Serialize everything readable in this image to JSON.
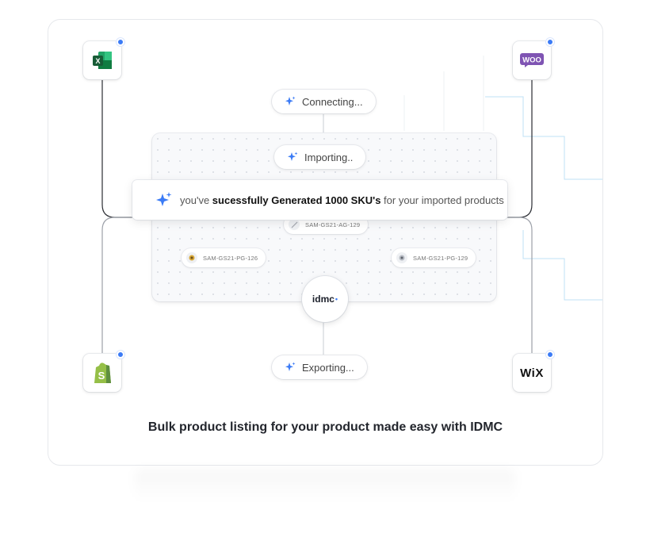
{
  "integrations": {
    "top_left": {
      "name": "excel-icon",
      "has_badge": true
    },
    "top_right": {
      "name": "woocommerce-icon",
      "logo_text": "WOO",
      "has_badge": true
    },
    "bottom_left": {
      "name": "shopify-icon",
      "has_badge": true
    },
    "bottom_right": {
      "name": "wix-icon",
      "logo_text": "WiX",
      "has_badge": true
    }
  },
  "status_pills": {
    "connecting": "Connecting...",
    "importing": "Importing..",
    "exporting": "Exporting..."
  },
  "banner": {
    "prefix": "you've ",
    "highlight": "sucessfully Generated 1000 SKU's",
    "suffix": " for your imported products"
  },
  "skus": [
    {
      "label": "SAM-GS21-AG-129",
      "thumb": "pencil-icon"
    },
    {
      "label": "SAM-GS21-PG-126",
      "thumb": "product-thumb-icon"
    },
    {
      "label": "SAM-GS21-PG-129",
      "thumb": "product-thumb-icon"
    }
  ],
  "hub": {
    "label": "idmc"
  },
  "caption": "Bulk product listing for your product made easy with IDMC",
  "colors": {
    "accent": "#3b7bf6",
    "excel": "#1d6f42",
    "woo": "#7f54b3",
    "shopify": "#95bf47",
    "connector": "#2b2d33",
    "ripple": "#cfe0fb"
  }
}
